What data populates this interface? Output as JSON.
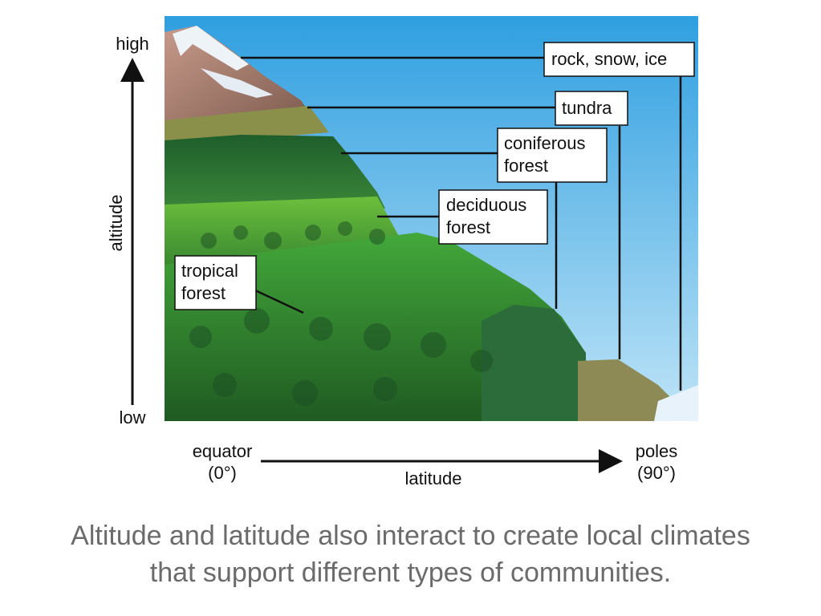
{
  "axes": {
    "y_high": "high",
    "y_low": "low",
    "y_title": "altitude",
    "x_left_line1": "equator",
    "x_left_line2": "(0°)",
    "x_right_line1": "poles",
    "x_right_line2": "(90°)",
    "x_title": "latitude"
  },
  "labels": {
    "rock": "rock, snow, ice",
    "tundra": "tundra",
    "coniferous_line1": "coniferous",
    "coniferous_line2": "forest",
    "deciduous_line1": "deciduous",
    "deciduous_line2": "forest",
    "tropical_line1": "tropical",
    "tropical_line2": "forest"
  },
  "caption": {
    "line1": "Altitude and latitude also interact to create local climates",
    "line2": "that support different types of communities."
  },
  "colors": {
    "sky_top": "#2f9fe0",
    "sky_bottom": "#bfe4f7",
    "snow": "#eef3f8",
    "rock": "#b88a7a",
    "tundra": "#8a8f4a",
    "coniferous": "#2f7a3a",
    "deciduous": "#4a9e3a",
    "tropical": "#2e8a32",
    "caption": "#6b6b6b"
  }
}
